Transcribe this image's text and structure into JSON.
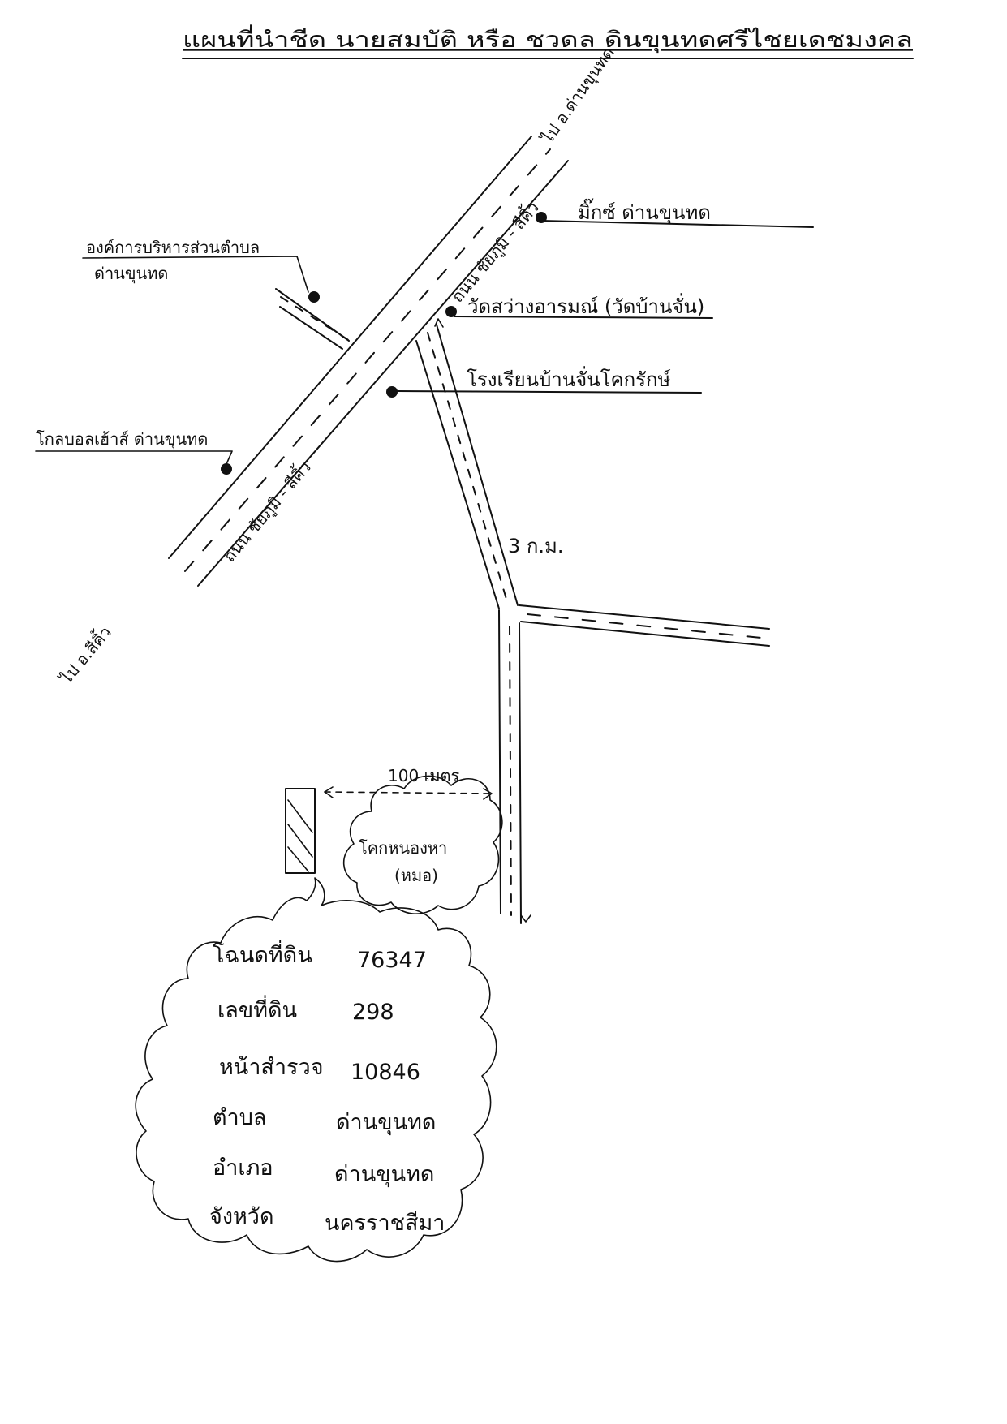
{
  "title": "แผนที่นำชีด นายสมบัติ หรือ ชวดล ดินขุนทดศรีไชยเดชมงคล",
  "road_labels": {
    "to_dan_khun_thot": "ไป อ.ด่านขุนทด",
    "to_sikhio": "ไป อ.สีคิ้ว",
    "road_upper": "ถนน ชัยภูมิ - สีคิ้ว",
    "road_lower": "ถนน ชัยภูมิ - สีคิ้ว"
  },
  "landmarks": {
    "makro": "มิ๊กซ์ ด่านขุนทด",
    "sao_line1": "องค์การบริหารส่วนตำบล",
    "sao_line2": "ด่านขุนทด",
    "temple": "วัดสว่างอารมณ์ (วัดบ้านจั่น)",
    "school": "โรงเรียนบ้านจั่นโคกรักษ์",
    "lotus": "โกลบอลเฮ้าส์ ด่านขุนทด",
    "pond_line1": "โคกหนองหา",
    "pond_line2": "(หมอ)"
  },
  "distances": {
    "side_road": "3 ก.ม.",
    "to_plot": "100 เมตร"
  },
  "plot_details": [
    {
      "label": "โฉนดที่ดิน",
      "value": "76347"
    },
    {
      "label": "เลขที่ดิน",
      "value": "298"
    },
    {
      "label": "หน้าสำรวจ",
      "value": "10846"
    },
    {
      "label": "ตำบล",
      "value": "ด่านขุนทด"
    },
    {
      "label": "อำเภอ",
      "value": "ด่านขุนทด"
    },
    {
      "label": "จังหวัด",
      "value": "นครราชสีมา"
    }
  ],
  "colors": {
    "ink": "#111111",
    "paper": "#ffffff"
  }
}
